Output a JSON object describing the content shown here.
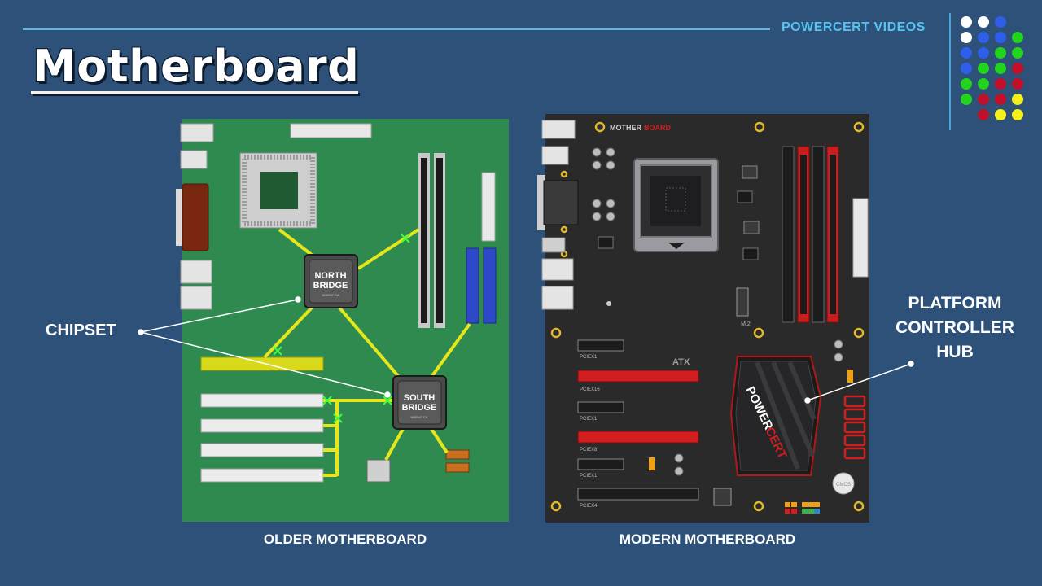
{
  "title": "Motherboard",
  "brand": "POWERCERT VIDEOS",
  "labels": {
    "chipset": "CHIPSET",
    "pch": "PLATFORM CONTROLLER HUB",
    "older": "OLDER MOTHERBOARD",
    "modern": "MODERN MOTHERBOARD"
  },
  "older_board": {
    "north_bridge": [
      "NORTH",
      "BRIDGE"
    ],
    "south_bridge": [
      "SOUTH",
      "BRIDGE"
    ],
    "chip_marking": "NB0947 CA"
  },
  "modern_board": {
    "logo_a": "MOTHER",
    "logo_b": "BOARD",
    "form_factor": "ATX",
    "m2": "M.2",
    "slots": [
      "PCIEX1",
      "PCIEX16",
      "PCIEX1",
      "PCIEX8",
      "PCIEX1",
      "PCIEX4"
    ],
    "heatsink_a": "POWER",
    "heatsink_b": "CERT",
    "cmos": "CMOS"
  },
  "colors": {
    "background": "#2d5179",
    "older_pcb": "#2f8a4f",
    "modern_pcb": "#2a2a2a",
    "bus_line": "#e6e61a",
    "accent_red": "#d21e1e"
  },
  "logo_dot_colors": [
    [
      "white",
      "white",
      "blue",
      null
    ],
    [
      "white",
      "blue",
      "blue",
      "green"
    ],
    [
      "blue",
      "blue",
      "green",
      "green"
    ],
    [
      "blue",
      "green",
      "green",
      "red"
    ],
    [
      "green",
      "green",
      "red",
      "red"
    ],
    [
      "green",
      "red",
      "red",
      "yellow"
    ],
    [
      null,
      "red",
      "yellow",
      "yellow"
    ]
  ]
}
